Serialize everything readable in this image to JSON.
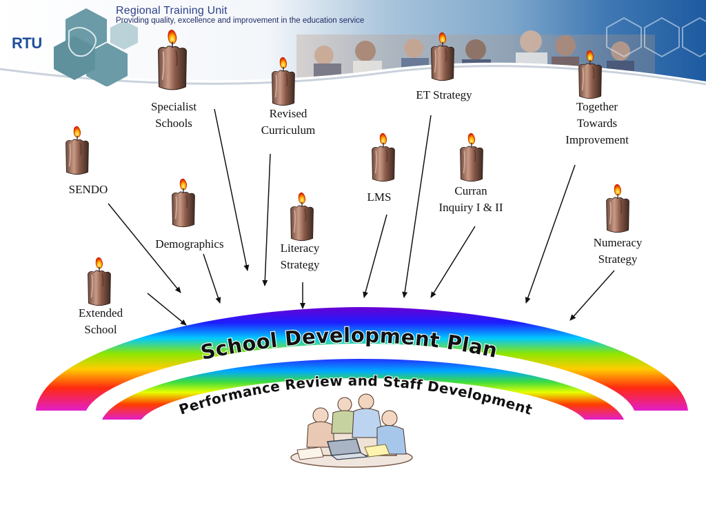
{
  "header": {
    "logo": "RTU",
    "org_name": "Regional Training Unit",
    "tagline": "Providing quality, excellence and improvement in the education service"
  },
  "influences": [
    {
      "id": "specialist-schools",
      "label": "Specialist\nSchools"
    },
    {
      "id": "revised-curriculum",
      "label": "Revised\nCurriculum"
    },
    {
      "id": "et-strategy",
      "label": "ET Strategy"
    },
    {
      "id": "together-towards-improvement",
      "label": "Together\nTowards\nImprovement"
    },
    {
      "id": "sendo",
      "label": "SENDO"
    },
    {
      "id": "lms",
      "label": "LMS"
    },
    {
      "id": "curran-inquiry",
      "label": "Curran\nInquiry I & II"
    },
    {
      "id": "demographics",
      "label": "Demographics"
    },
    {
      "id": "literacy-strategy",
      "label": "Literacy\nStrategy"
    },
    {
      "id": "numeracy-strategy",
      "label": "Numeracy\nStrategy"
    },
    {
      "id": "extended-school",
      "label": "Extended\nSchool"
    }
  ],
  "outer_arc_text": "School Development Plan",
  "inner_arc_text": "Performance Review and Staff Development",
  "icons": {
    "candle": "candle-icon",
    "team": "team-at-laptop-illustration"
  }
}
